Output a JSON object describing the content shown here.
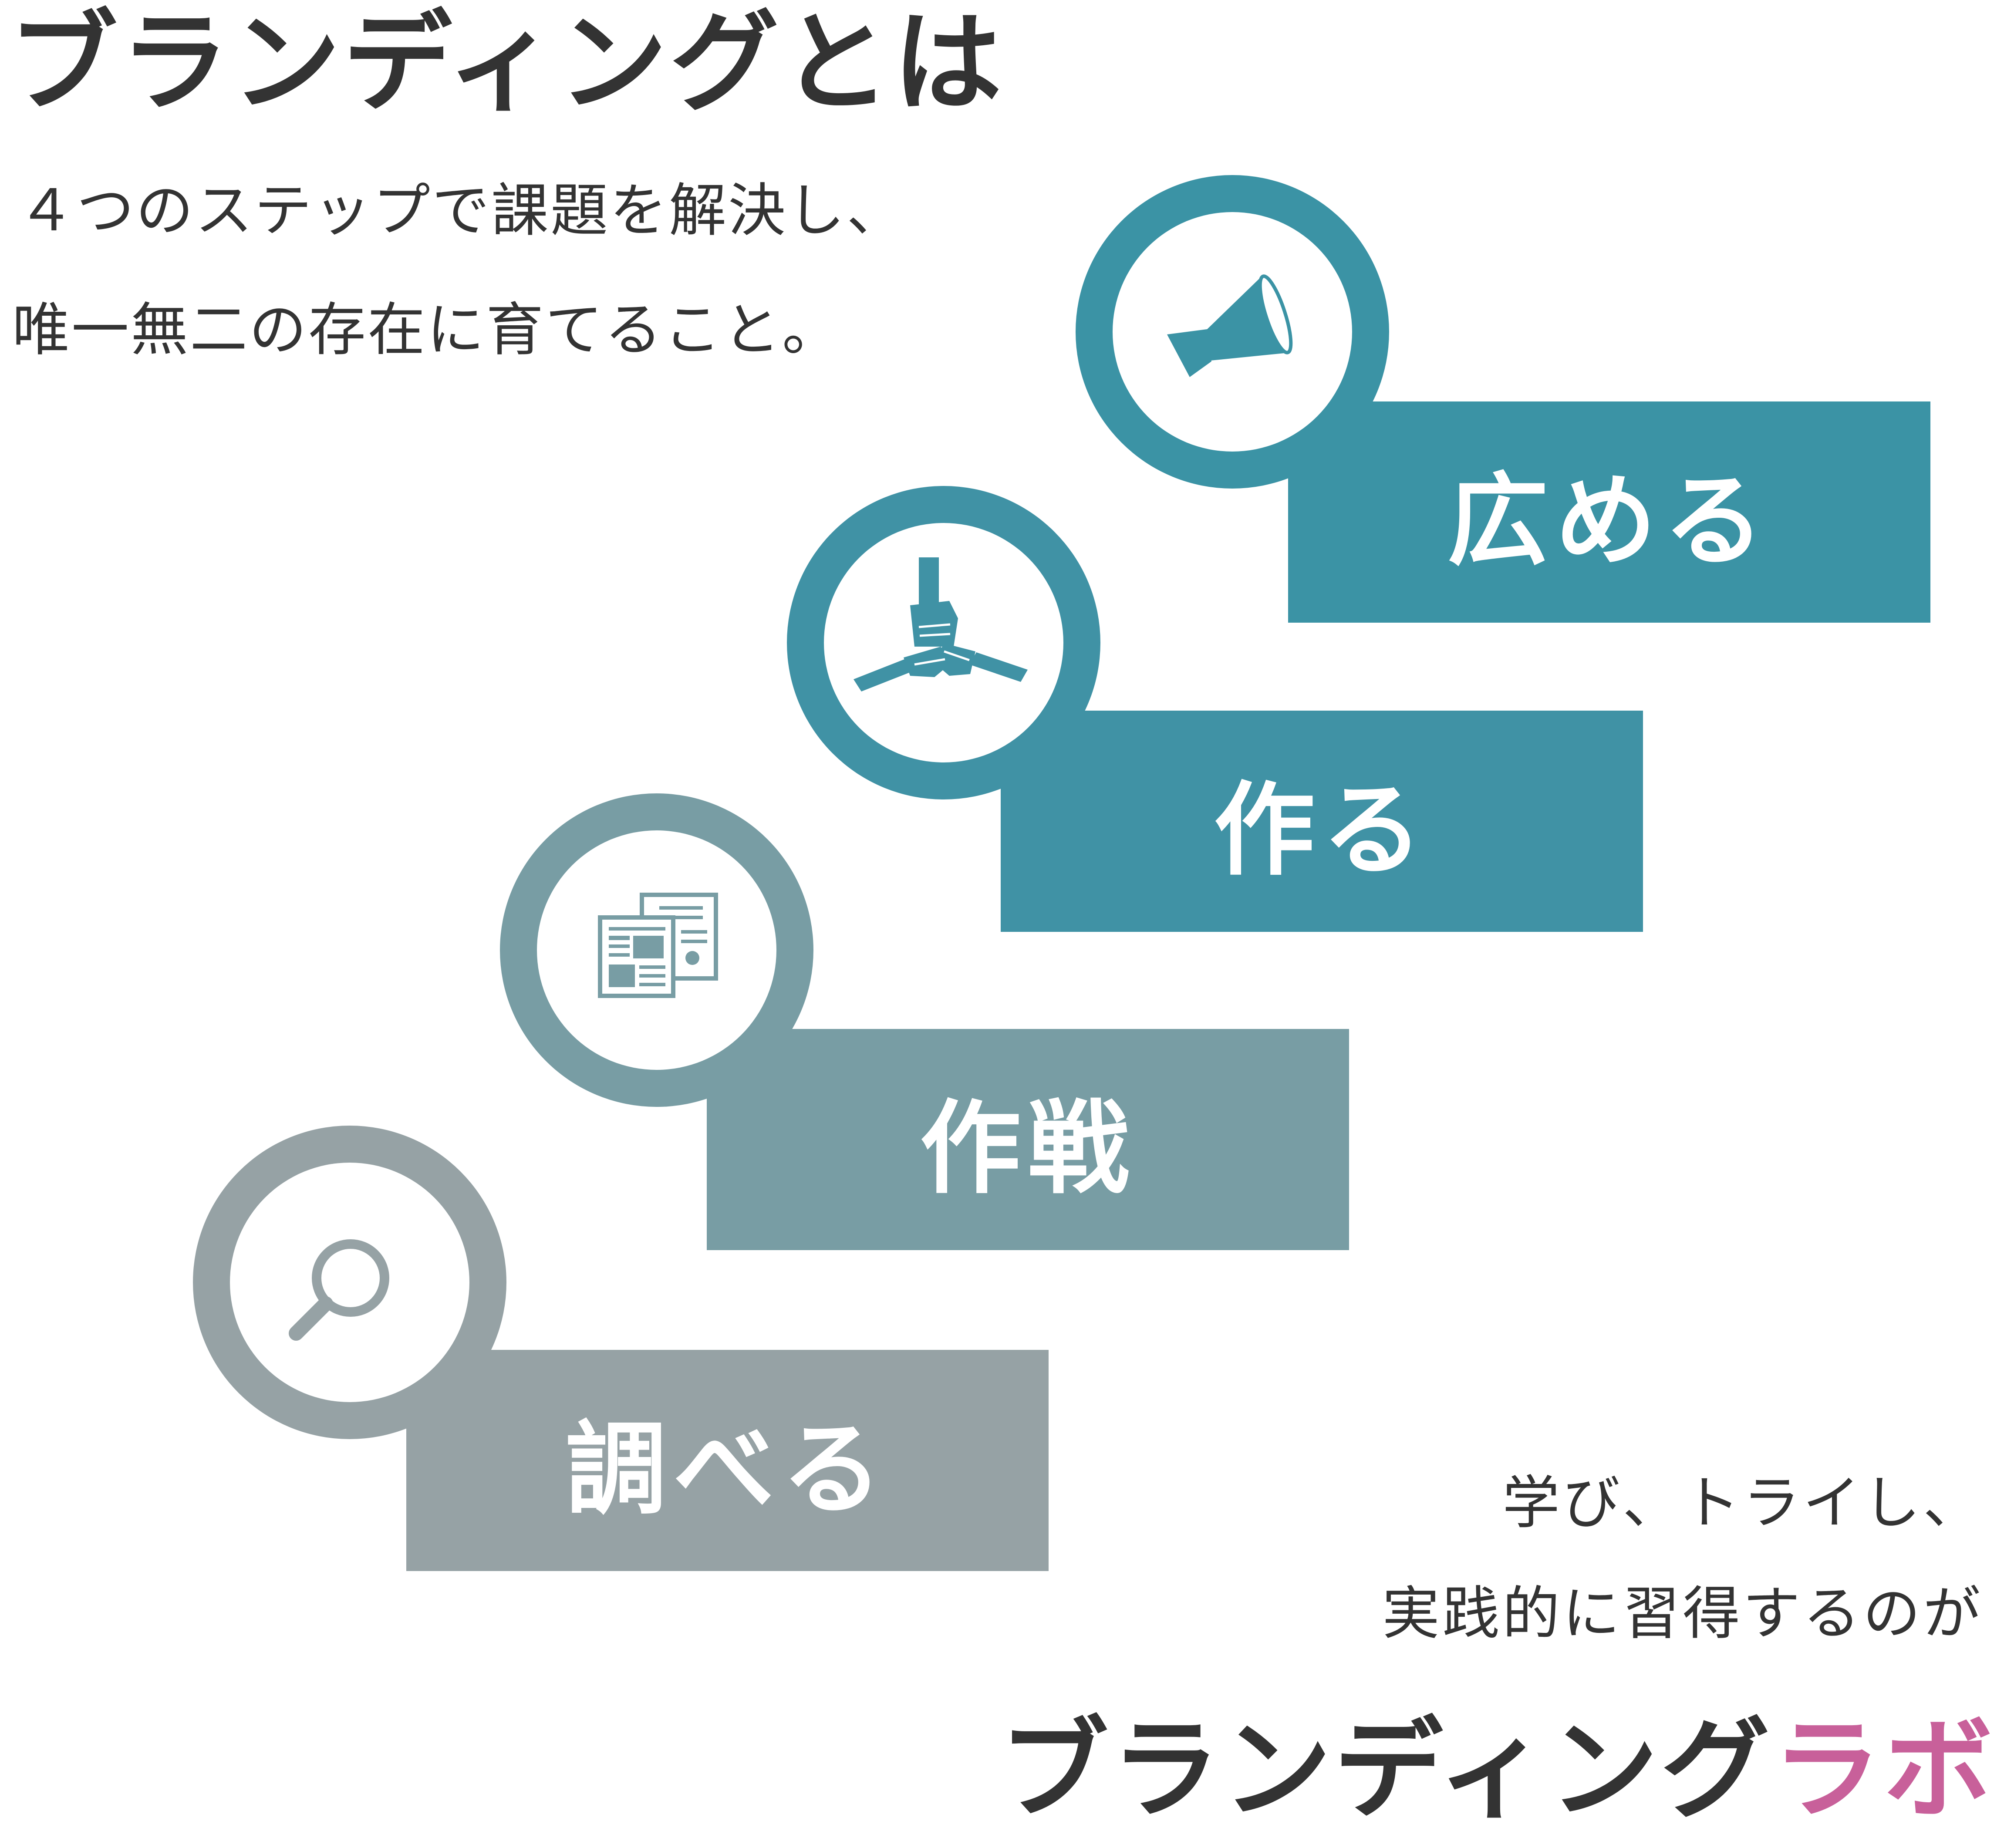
{
  "header": {
    "title": "ブランディングとは",
    "subtitle_line1": "４つのステップで課題を解決し、",
    "subtitle_line2": "唯一無二の存在に育てること。"
  },
  "steps": [
    {
      "label": "調べる",
      "icon": "magnifier-icon",
      "color": "#96A2A5"
    },
    {
      "label": "作戦",
      "icon": "documents-icon",
      "color": "#789DA4"
    },
    {
      "label": "作る",
      "icon": "hands-together-icon",
      "color": "#4092A5"
    },
    {
      "label": "広める",
      "icon": "megaphone-icon",
      "color": "#3B93A5"
    }
  ],
  "closing": {
    "line1": "学び、トライし、",
    "line2": "実践的に習得するのが",
    "brand_main": "ブランディング",
    "brand_accent": "ラボ",
    "brand_accent_color": "#C8609A"
  }
}
